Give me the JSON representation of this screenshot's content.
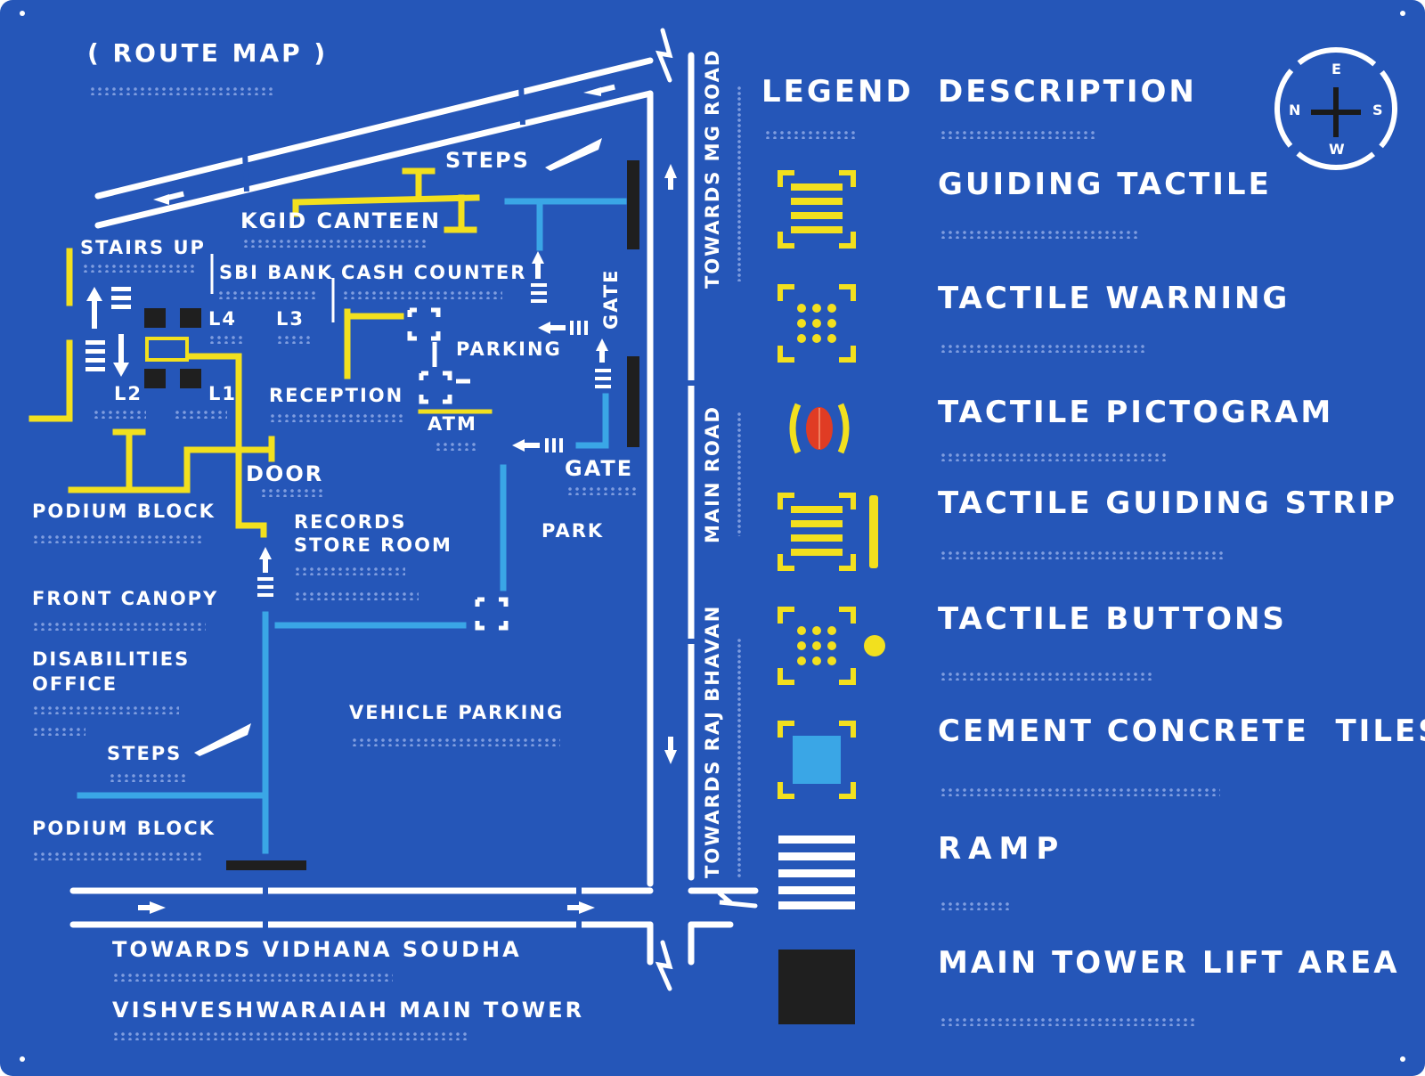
{
  "title": "( ROUTE MAP )",
  "map": {
    "labels": {
      "steps_top": "STEPS",
      "kgid_canteen": "KGID CANTEEN",
      "stairs_up": "STAIRS UP",
      "sbi_bank": "SBI BANK",
      "cash_counter": "CASH COUNTER",
      "l4": "L4",
      "l3": "L3",
      "l2": "L2",
      "l1": "L1",
      "parking": "PARKING",
      "gate_vertical": "GATE",
      "reception": "RECEPTION",
      "atm": "ATM",
      "door": "DOOR",
      "gate": "GATE",
      "podium_block_top": "PODIUM BLOCK",
      "records_line1": "RECORDS",
      "records_line2": "STORE ROOM",
      "park": "PARK",
      "front_canopy": "FRONT CANOPY",
      "disabilities_line1": "DISABILITIES",
      "disabilities_line2": "OFFICE",
      "vehicle_parking": "VEHICLE PARKING",
      "steps_bottom": "STEPS",
      "podium_block_bottom": "PODIUM BLOCK",
      "towards_vidhana_soudha": "TOWARDS VIDHANA SOUDHA",
      "vishveshwaraiah_main_tower": "VISHVESHWARAIAH  MAIN TOWER",
      "towards_mg_road": "TOWARDS  MG ROAD",
      "main_road": "MAIN  ROAD",
      "towards_raj_bhavan": "TOWARDS RAJ BHAVAN"
    },
    "compass": {
      "north": "N",
      "east": "E",
      "south": "S",
      "west": "W"
    }
  },
  "legend": {
    "header_legend": "LEGEND",
    "header_description": "DESCRIPTION",
    "items": [
      {
        "icon": "guiding-tactile-icon",
        "label": "GUIDING TACTILE"
      },
      {
        "icon": "tactile-warning-icon",
        "label": "TACTILE WARNING"
      },
      {
        "icon": "tactile-pictogram-icon",
        "label": "TACTILE PICTOGRAM"
      },
      {
        "icon": "tactile-guiding-strip-icon",
        "label": "TACTILE GUIDING STRIP"
      },
      {
        "icon": "tactile-buttons-icon",
        "label": "TACTILE BUTTONS"
      },
      {
        "icon": "cement-concrete-tiles-icon",
        "label": "CEMENT CONCRETE  TILES"
      },
      {
        "icon": "ramp-icon",
        "label": "RAMP"
      },
      {
        "icon": "main-tower-lift-area-icon",
        "label": "MAIN TOWER LIFT AREA"
      }
    ]
  },
  "colors": {
    "background": "#2556b8",
    "road_white": "#ffffff",
    "guiding_yellow": "#f2e01e",
    "path_blue": "#3aa6e6",
    "lift_black": "#1f1f1f",
    "pictogram_red": "#e03c24"
  }
}
